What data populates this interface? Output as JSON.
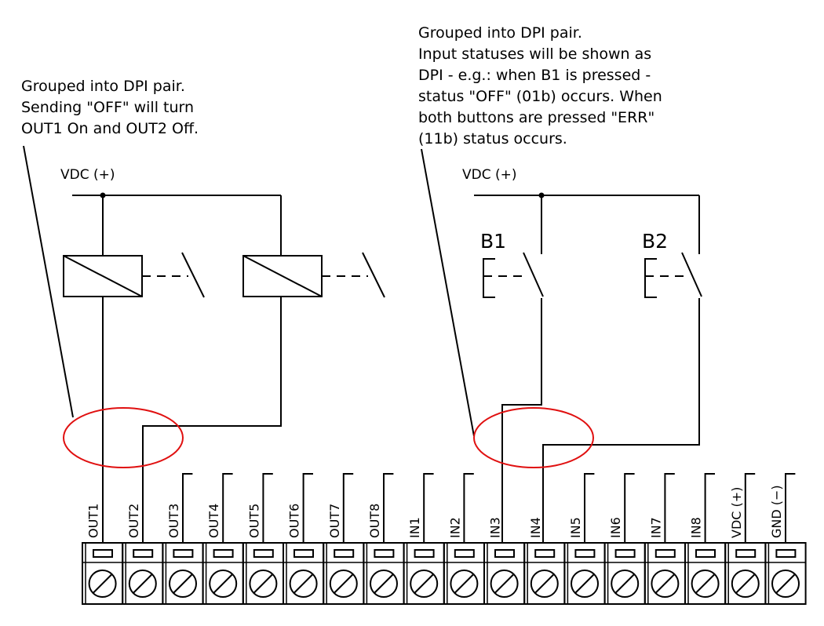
{
  "notes": {
    "left": [
      "Grouped into DPI pair.",
      "Sending \"OFF\" will turn",
      "OUT1 On and OUT2 Off."
    ],
    "right": [
      "Grouped into DPI pair.",
      "Input statuses will be shown as",
      "DPI - e.g.: when B1 is pressed -",
      "status \"OFF\" (01b) occurs. When",
      "both buttons are pressed \"ERR\"",
      "(11b) status occurs."
    ]
  },
  "supply": {
    "left_label": "VDC (+)",
    "right_label": "VDC (+)"
  },
  "buttons": [
    "B1",
    "B2"
  ],
  "terminals": [
    "OUT1",
    "OUT2",
    "OUT3",
    "OUT4",
    "OUT5",
    "OUT6",
    "OUT7",
    "OUT8",
    "IN1",
    "IN2",
    "IN3",
    "IN4",
    "IN5",
    "IN6",
    "IN7",
    "IN8",
    "VDC (+)",
    "GND (−)"
  ],
  "colors": {
    "wire": "#000000",
    "highlight": "#e01010"
  }
}
